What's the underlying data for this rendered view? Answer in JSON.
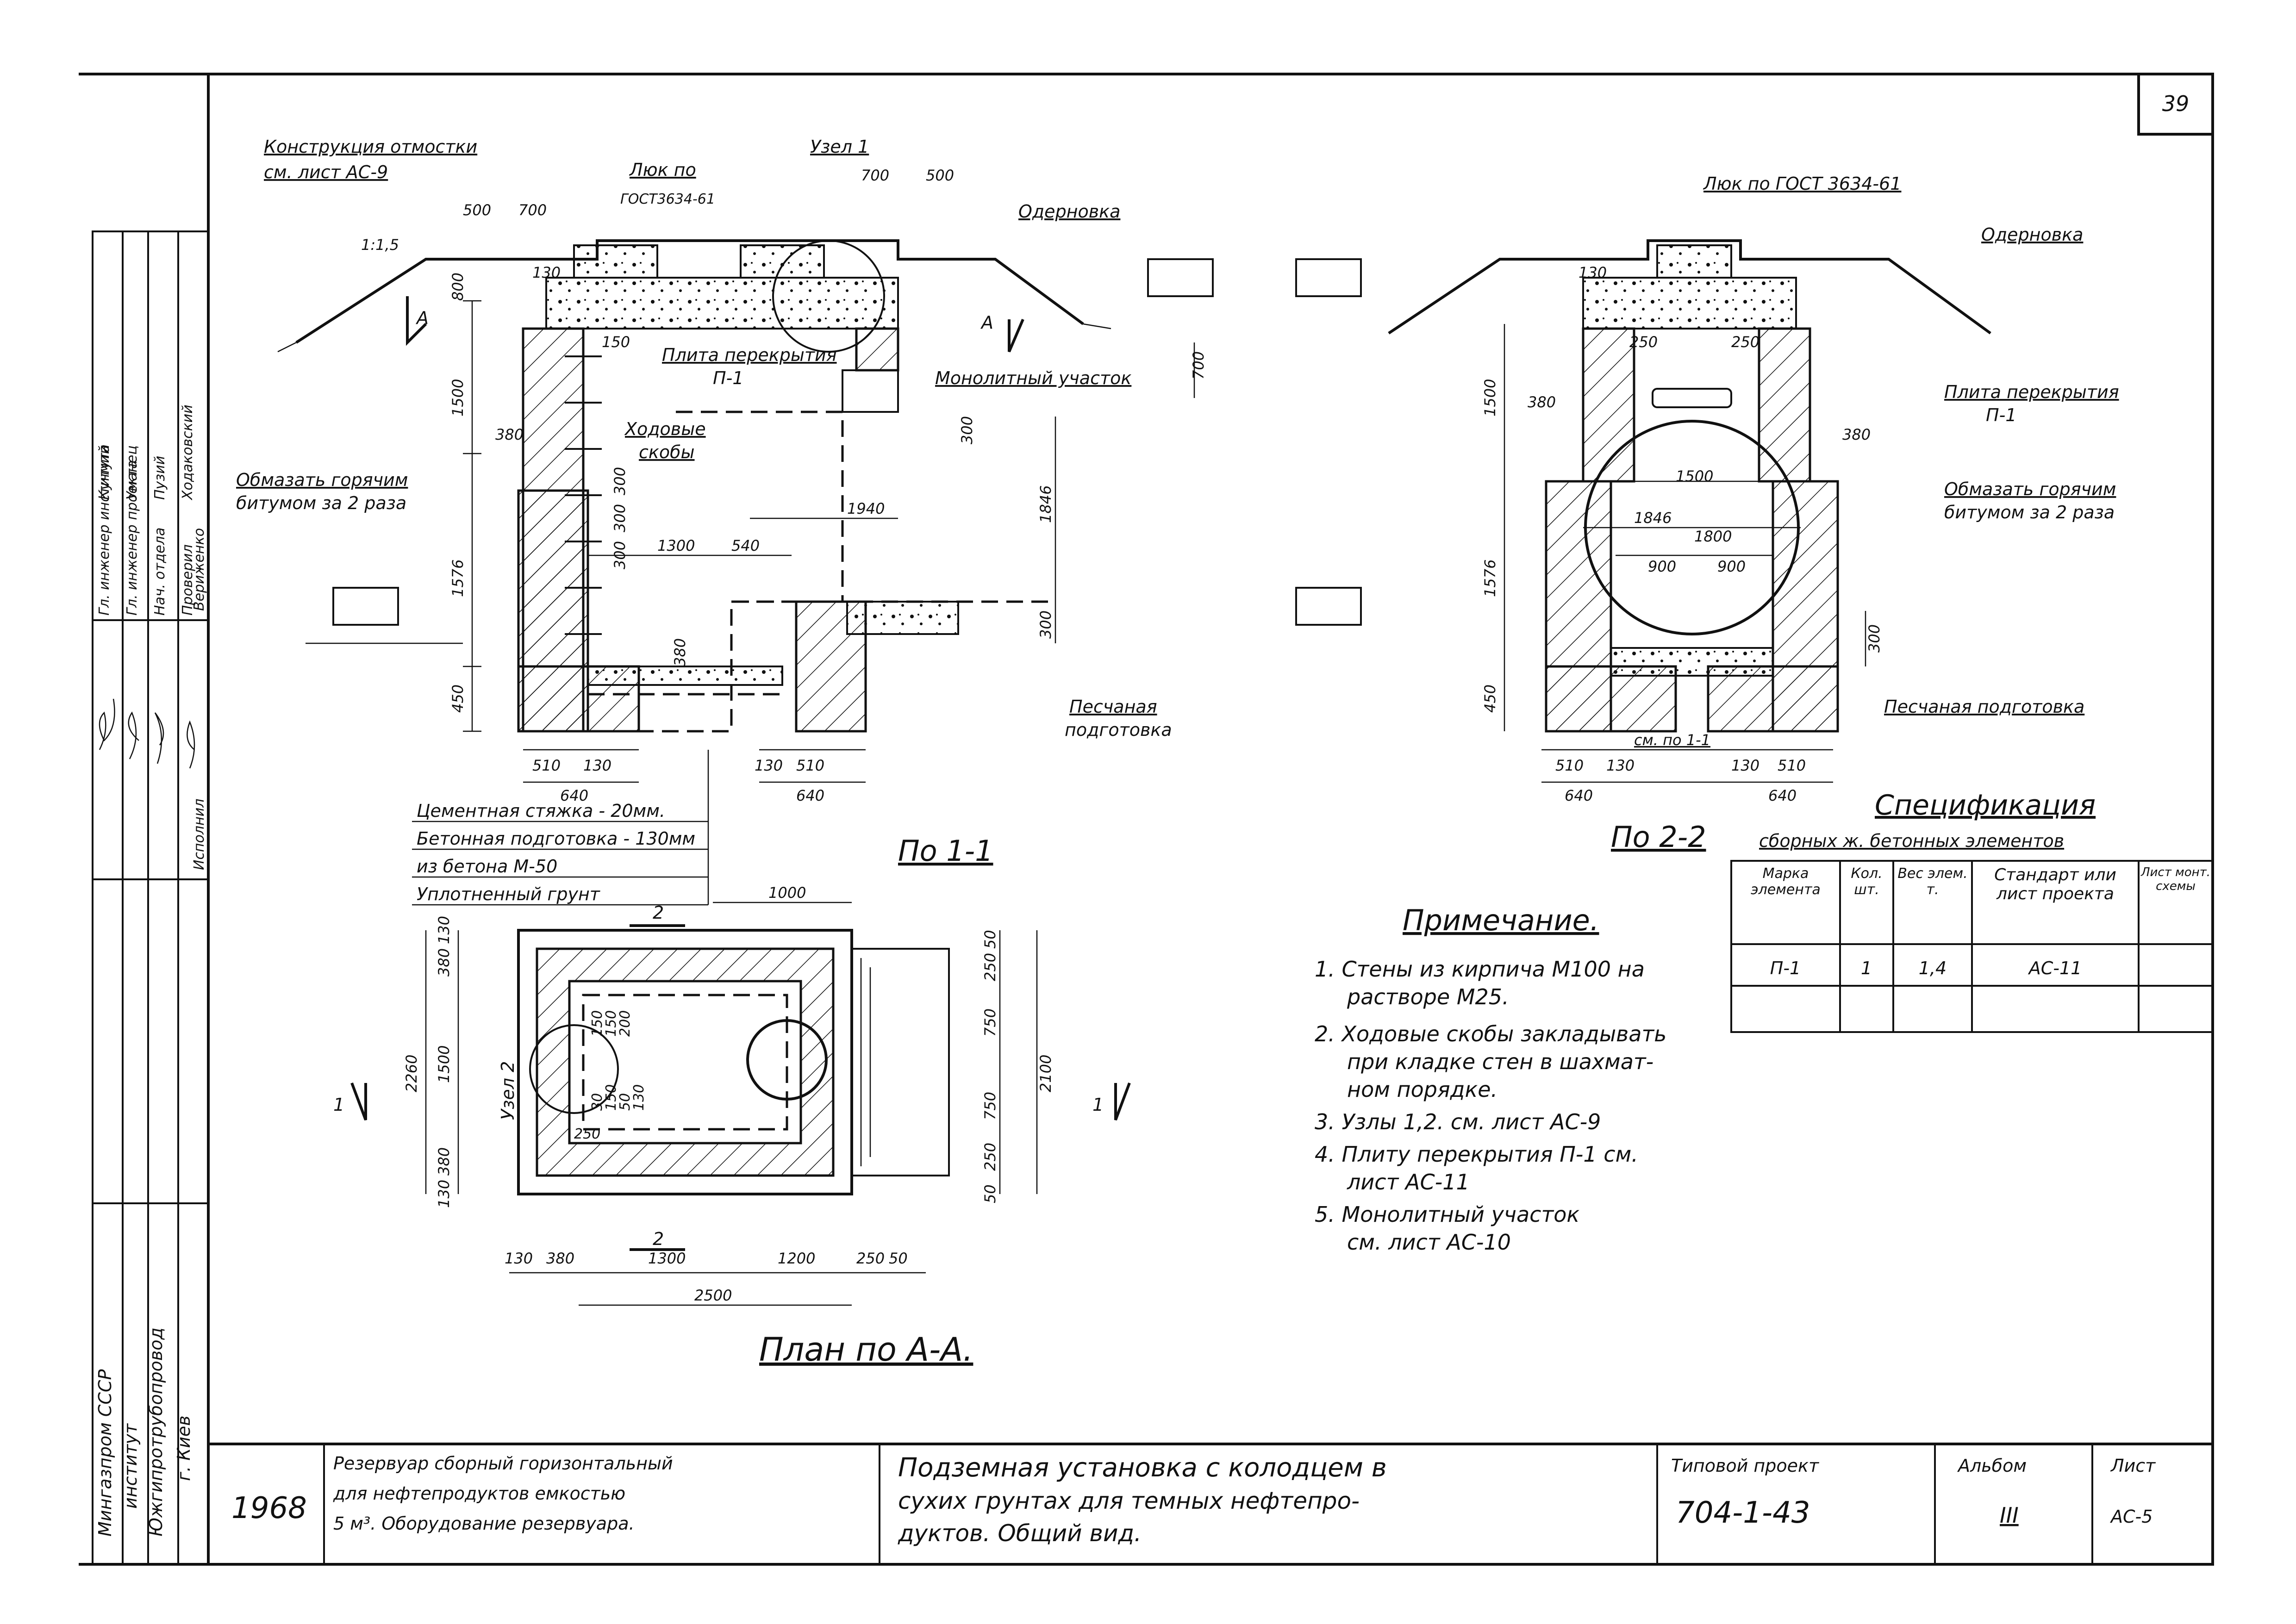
{
  "sheet_number": "39",
  "view_1_1": {
    "title": "По 1-1",
    "labels": {
      "insulation": "Конструкция отмостки",
      "insulation_ref": "см. лист АС-9",
      "hatch_gost": "Люк по",
      "hatch_gost2": "ГОСТ3634-61",
      "node1": "Узел 1",
      "sod": "Одерновка",
      "slab": "Плита перекрытия",
      "slab_mark": "П-1",
      "monolith": "Монолитный участок",
      "ladder": "Ходовые",
      "ladder2": "скобы",
      "bitumen": "Обмазать горячим",
      "bitumen2": "битумом за 2 раза",
      "sand": "Песчаная",
      "sand2": "подготовка",
      "slope": "1:1,5",
      "section_a_left": "А",
      "section_a_right": "А"
    },
    "dims": [
      "500",
      "700",
      "700",
      "500",
      "800",
      "130",
      "150",
      "1500",
      "380",
      "1576",
      "450",
      "510",
      "130",
      "640",
      "130",
      "510",
      "640",
      "700",
      "300",
      "1846",
      "1940",
      "1300",
      "540",
      "300",
      "300",
      "300",
      "380",
      "300"
    ],
    "layers": [
      "Цементная стяжка - 20мм.",
      "Бетонная подготовка - 130мм",
      "из бетона М-50",
      "Уплотненный грунт"
    ]
  },
  "view_2_2": {
    "title": "По 2-2",
    "labels": {
      "hatch": "Люк по ГОСТ 3634-61",
      "sod": "Одерновка",
      "slab": "Плита перекрытия",
      "slab_mark": "П-1",
      "bitumen": "Обмазать горячим",
      "bitumen2": "битумом за 2 раза",
      "sand": "Песчаная подготовка",
      "see_ref": "см. по 1-1"
    },
    "dims": [
      "130",
      "250",
      "250",
      "380",
      "380",
      "1500",
      "1500",
      "1846",
      "1800",
      "900",
      "900",
      "1576",
      "300",
      "450",
      "510",
      "130",
      "130",
      "510",
      "640",
      "640"
    ]
  },
  "plan": {
    "title": "План по А-А.",
    "section_1_left": "1",
    "section_1_right": "1",
    "section_2_top": "2",
    "section_2_bottom": "2",
    "node2": "Узел 2",
    "dims_top": "1000",
    "dims_bottom": [
      "130",
      "380",
      "1300",
      "1200",
      "250",
      "50"
    ],
    "dims_total": "2500",
    "dims_left": [
      "130",
      "380",
      "1500",
      "380",
      "130"
    ],
    "dims_left_total": "2260",
    "dims_right": [
      "50",
      "250",
      "750",
      "750",
      "250",
      "50"
    ],
    "dims_right_total": "2100",
    "dims_inner": [
      "150",
      "150",
      "200",
      "250",
      "30",
      "150",
      "50",
      "130"
    ]
  },
  "notes": {
    "heading": "Примечание.",
    "items": [
      "1. Стены из кирпича М100 на",
      "растворе М25.",
      "2. Ходовые скобы закладывать",
      "при кладке стен в шахмат-",
      "ном порядке.",
      "3. Узлы 1,2. см. лист АС-9",
      "4. Плиту перекрытия П-1 см.",
      "лист АС-11",
      "5. Монолитный участок",
      "см. лист АС-10"
    ]
  },
  "specification": {
    "title": "Спецификация",
    "subtitle": "сборных ж. бетонных элементов",
    "headers": [
      "Марка элемента",
      "Кол. шт.",
      "Вес элем. т.",
      "Стандарт или лист проекта",
      "Лист монт. схемы"
    ],
    "rows": [
      [
        "П-1",
        "1",
        "1,4",
        "АС-11",
        ""
      ]
    ]
  },
  "stamp": {
    "year": "1968",
    "object": "Резервуар сборный горизонтальный для нефтепродуктов емкостью 5 м³. Оборудование резервуара.",
    "object_lines": [
      "Резервуар сборный горизонтальный",
      "для нефтепродуктов емкостью",
      "5 м³. Оборудование резервуара."
    ],
    "title_lines": [
      "Подземная установка с колодцем в",
      "сухих грунтах для темных нефтепро-",
      "дуктов.     Общий вид."
    ],
    "project_label": "Типовой проект",
    "project_number": "704-1-43",
    "album_label": "Альбом",
    "album_number": "III",
    "sheet_label": "Лист",
    "sheet_code": "АС-5"
  },
  "side_stamp": {
    "org_lines": [
      "Мингазпром СССР",
      "институт",
      "Южгипротрубопровод",
      "г. Киев"
    ],
    "roles": [
      "Гл. инженер института",
      "Гл. инженер проекта",
      "Нач. отдела",
      "Проверил",
      "Исполнил"
    ],
    "names": [
      "Кучмий",
      "Уманец",
      "Пузий",
      "Ходаковский",
      "Вериженко"
    ]
  }
}
